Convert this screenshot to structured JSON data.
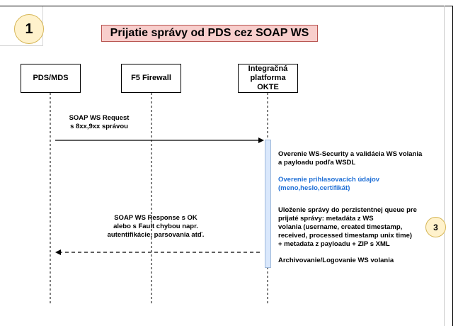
{
  "title": "Prijatie správy od PDS cez SOAP WS",
  "badges": {
    "step1": "1",
    "step3": "3"
  },
  "actors": [
    {
      "lines": [
        "PDS/MDS"
      ]
    },
    {
      "lines": [
        "F5 Firewall"
      ]
    },
    {
      "lines": [
        "Integračná",
        "platforma",
        "OKTE"
      ]
    }
  ],
  "messages": {
    "request": [
      "SOAP WS Request",
      "s 8xx,9xx správou"
    ],
    "response": [
      "SOAP WS Response s OK",
      "alebo s Fault chybou napr.",
      "autentifikácie, parsovania atď."
    ]
  },
  "notes": {
    "ws_security": [
      "Overenie WS-Security a validácia WS volania",
      "a payloadu podľa WSDL"
    ],
    "credentials": [
      "Overenie prihlasovacích údajov",
      "(meno,heslo,certifikát)"
    ],
    "storage": [
      "Uloženie správy do perzistentnej queue pre",
      "prijaté správy: metadáta z WS",
      "volania (username, created timestamp,",
      "received, processed timestamp unix time)",
      "+ metadata z payloadu + ZIP s XML"
    ],
    "archiving": "Archivovanie/Logovanie WS volania"
  },
  "colors": {
    "title_fill": "#f8cecc",
    "badge_fill": "#fff2cc",
    "activation_fill": "#dae8fc",
    "credentials_text": "#1f6fd6"
  }
}
